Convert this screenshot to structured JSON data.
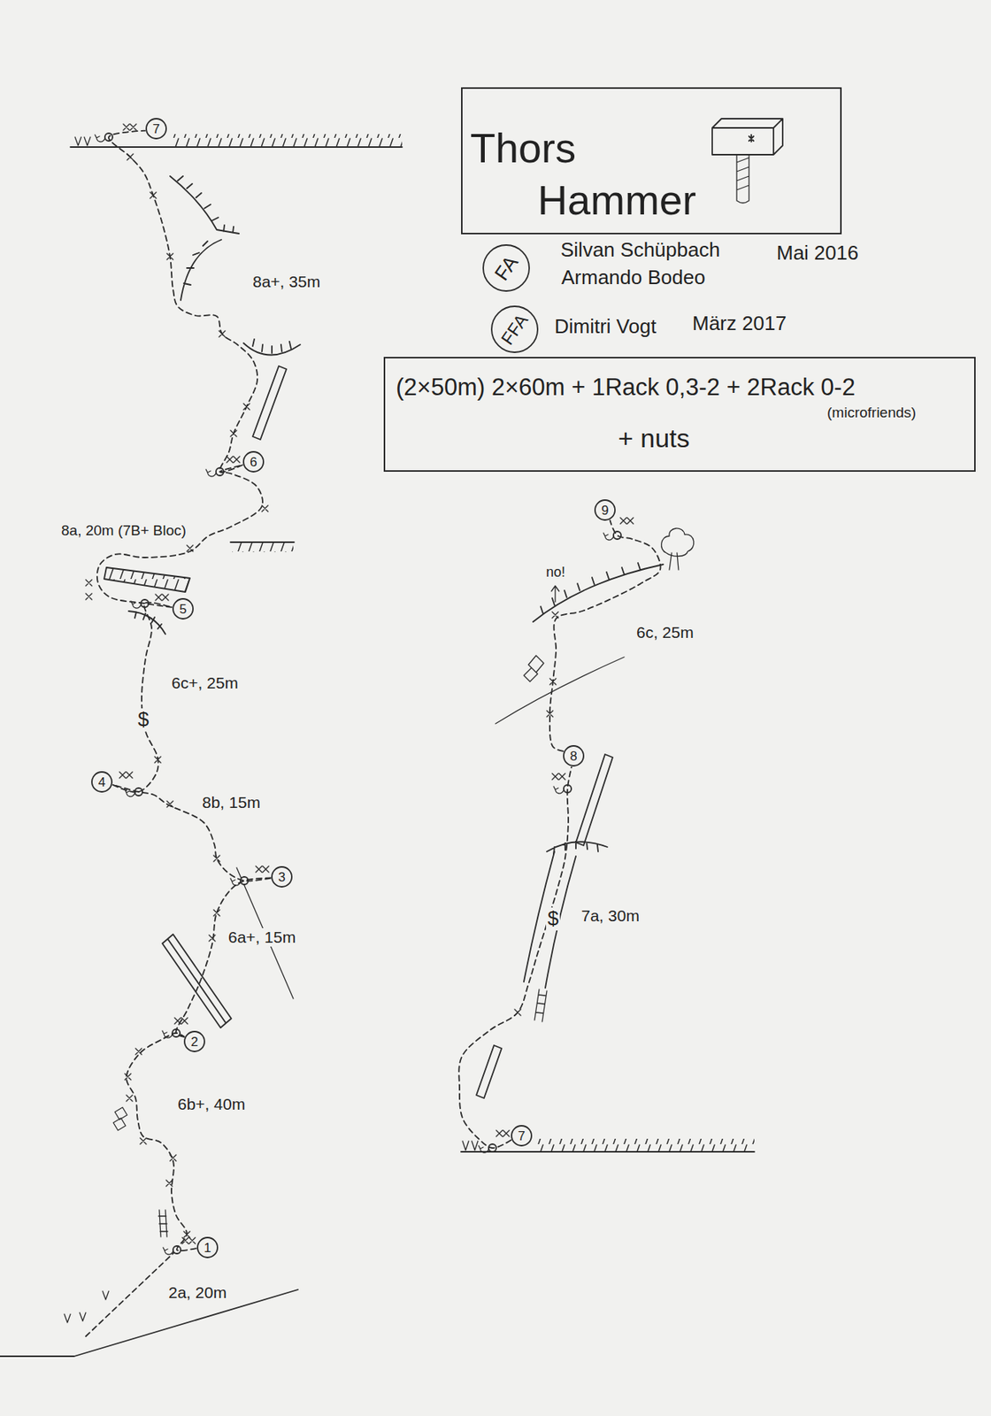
{
  "diagram": {
    "title": "Thors Hammer",
    "nodes": [
      {
        "text": [
          "FA"
        ]
      },
      {
        "text": [
          "FFA"
        ]
      },
      {
        "text": [
          "(2×50m) 2×60m + 1Rack 0,3-2 + 2Rack 0-2",
          "(microfriends)",
          "+ nuts"
        ]
      },
      {
        "text": [
          "1"
        ]
      },
      {
        "text": [
          "2"
        ]
      },
      {
        "text": [
          "3"
        ]
      },
      {
        "text": [
          "4"
        ]
      },
      {
        "text": [
          "5"
        ]
      },
      {
        "text": [
          "6"
        ]
      },
      {
        "text": [
          "7"
        ]
      },
      {
        "text": [
          "7"
        ]
      },
      {
        "text": [
          "8"
        ]
      },
      {
        "text": [
          "9"
        ]
      }
    ],
    "edges": [
      {
        "from": 3,
        "to": 4,
        "arrow": "none"
      },
      {
        "from": 4,
        "to": 5,
        "arrow": "none"
      },
      {
        "from": 5,
        "to": 6,
        "arrow": "none"
      },
      {
        "from": 6,
        "to": 7,
        "arrow": "none"
      },
      {
        "from": 7,
        "to": 8,
        "arrow": "none"
      },
      {
        "from": 8,
        "to": 9,
        "arrow": "none"
      },
      {
        "from": 10,
        "to": 11,
        "arrow": "none"
      },
      {
        "from": 11,
        "to": 12,
        "arrow": "none"
      }
    ],
    "labels": [
      "Silvan Schüpbach",
      "Armando Bodeo",
      "Mai 2016",
      "Dimitri Vogt",
      "März 2017",
      "8a+, 35m",
      "8a, 20m (7B+ Bloc)",
      "6c+, 25m",
      "$",
      "8b, 15m",
      "6a+, 15m",
      "6b+, 40m",
      "2a, 20m",
      "no!",
      "6c, 25m",
      "$",
      "7a, 30m"
    ]
  }
}
